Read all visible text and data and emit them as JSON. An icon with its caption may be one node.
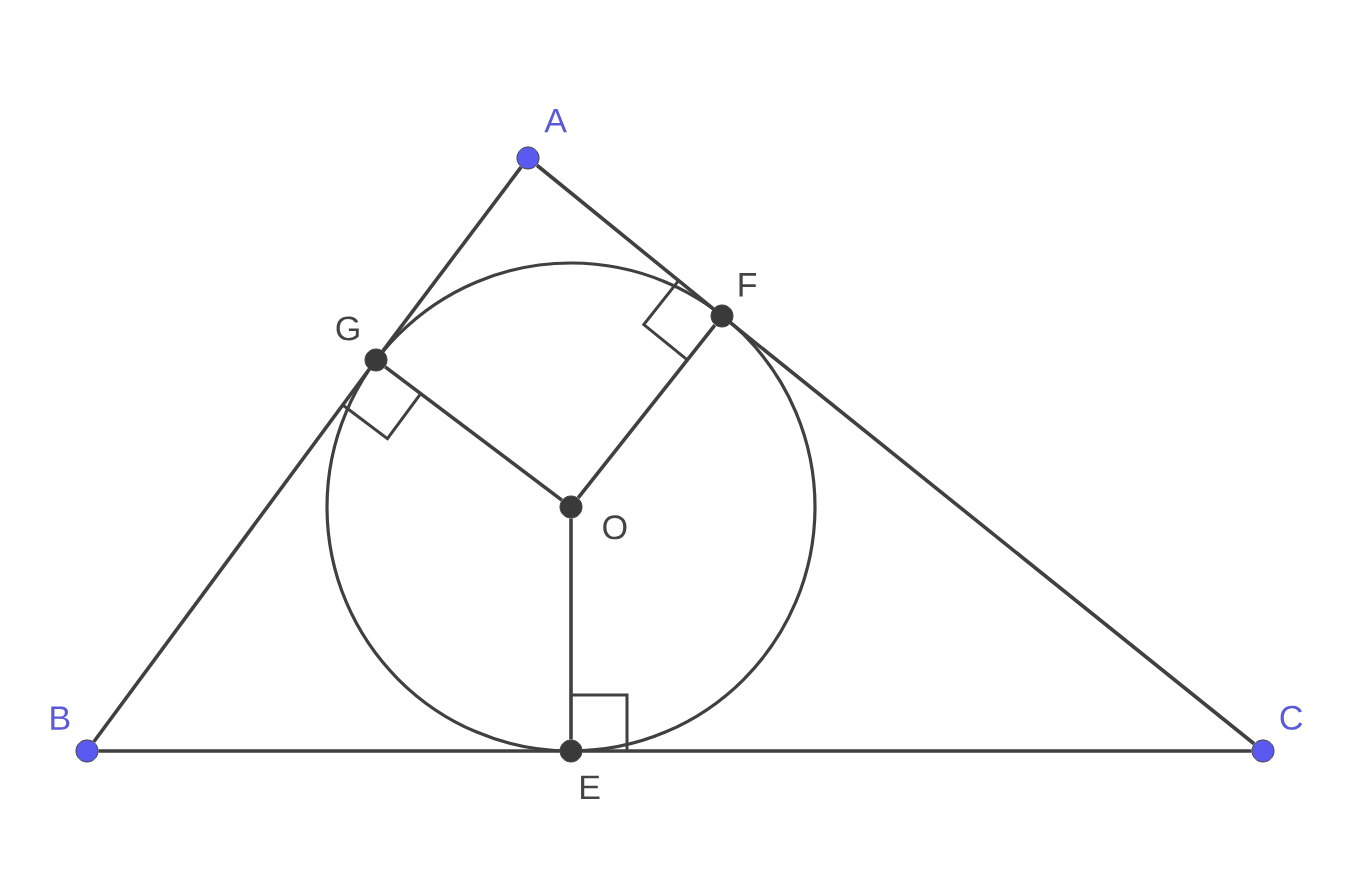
{
  "diagram": {
    "nodes": [
      {
        "text": [
          "A"
        ]
      },
      {
        "text": [
          "F"
        ]
      },
      {
        "text": [
          "G"
        ]
      },
      {
        "text": [
          "O"
        ]
      },
      {
        "text": [
          "B"
        ]
      },
      {
        "text": [
          "E"
        ]
      },
      {
        "text": [
          "C"
        ]
      }
    ],
    "edges": [
      {
        "from": 0,
        "to": 2,
        "arrow": "none"
      },
      {
        "from": 2,
        "to": 4,
        "arrow": "none"
      },
      {
        "from": 0,
        "to": 1,
        "arrow": "none"
      },
      {
        "from": 1,
        "to": 6,
        "arrow": "none"
      },
      {
        "from": 4,
        "to": 5,
        "arrow": "none"
      },
      {
        "from": 5,
        "to": 6,
        "arrow": "none"
      },
      {
        "from": 3,
        "to": 2,
        "arrow": "none"
      },
      {
        "from": 3,
        "to": 1,
        "arrow": "none"
      },
      {
        "from": 3,
        "to": 5,
        "arrow": "none"
      }
    ]
  }
}
